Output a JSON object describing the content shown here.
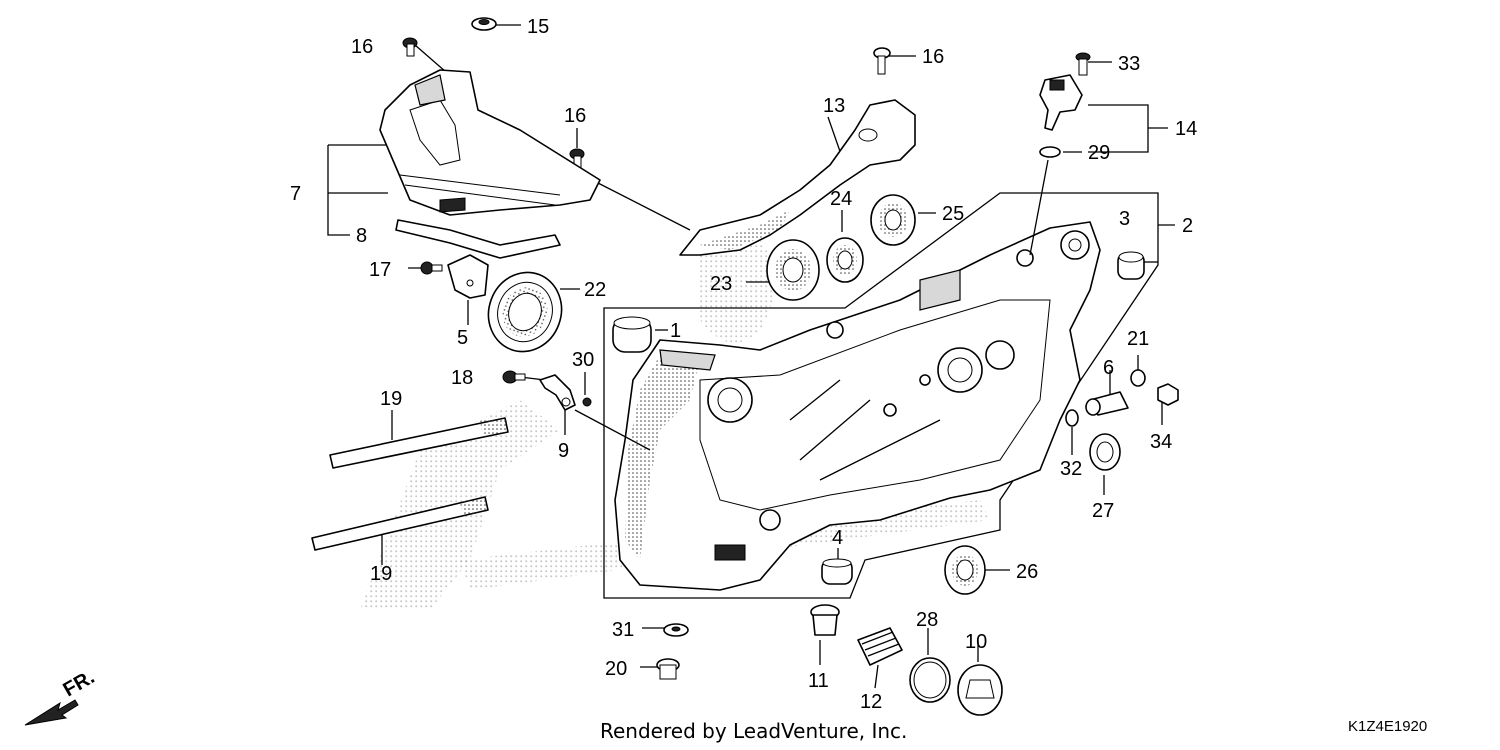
{
  "diagram": {
    "callouts": {
      "c1": "1",
      "c2": "2",
      "c3": "3",
      "c4": "4",
      "c5": "5",
      "c6": "6",
      "c7": "7",
      "c8": "8",
      "c9": "9",
      "c10": "10",
      "c11": "11",
      "c12": "12",
      "c13": "13",
      "c14": "14",
      "c15": "15",
      "c16a": "16",
      "c16b": "16",
      "c16c": "16",
      "c17": "17",
      "c18": "18",
      "c19a": "19",
      "c19b": "19",
      "c20": "20",
      "c21": "21",
      "c22": "22",
      "c23": "23",
      "c24": "24",
      "c25": "25",
      "c26": "26",
      "c27": "27",
      "c28": "28",
      "c29": "29",
      "c30": "30",
      "c31": "31",
      "c32": "32",
      "c33": "33",
      "c34": "34"
    },
    "front_marker": "FR.",
    "footer": "Rendered by LeadVenture, Inc.",
    "diagram_code": "K1Z4E1920"
  }
}
